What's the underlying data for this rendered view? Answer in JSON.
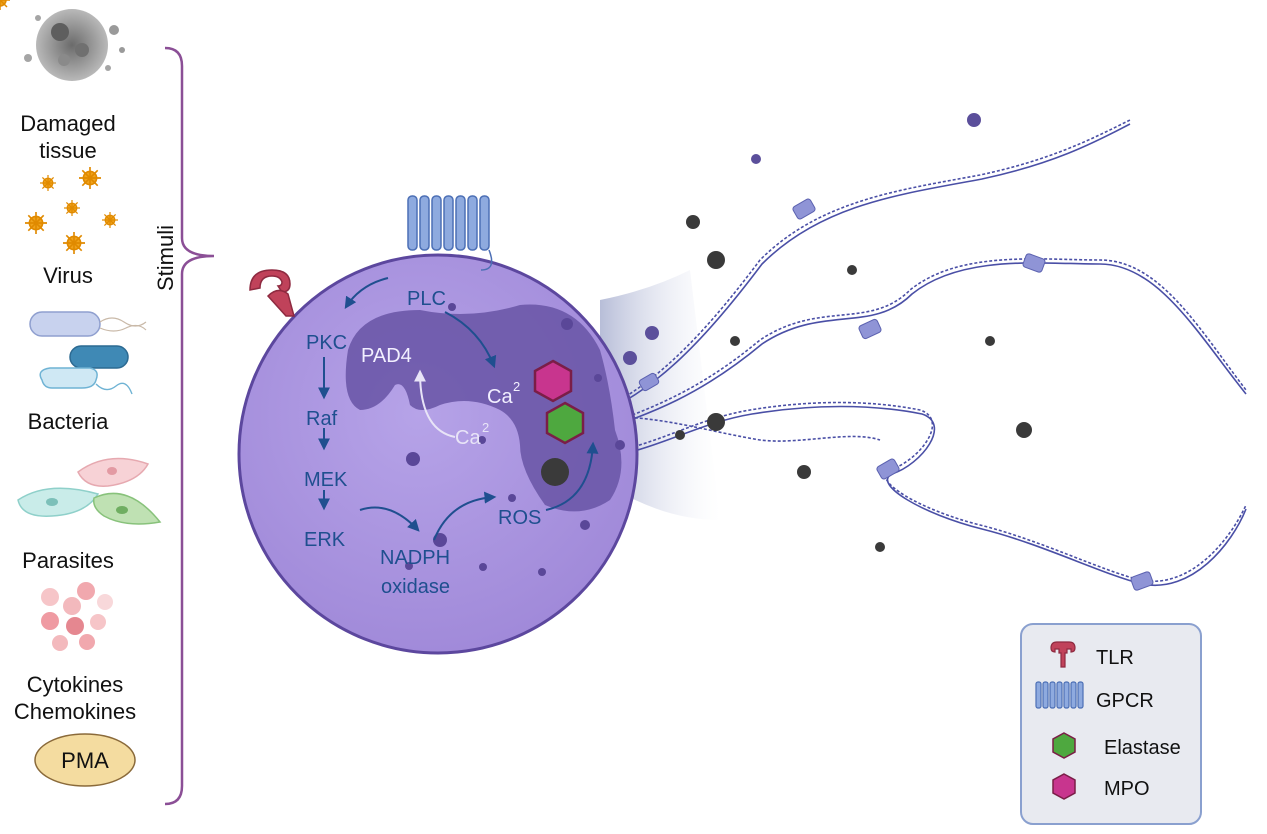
{
  "stimuli": {
    "bracket_label": "Stimuli",
    "items": [
      {
        "label_lines": [
          "Damaged",
          "tissue"
        ]
      },
      {
        "label_lines": [
          "Virus"
        ]
      },
      {
        "label_lines": [
          "Bacteria"
        ]
      },
      {
        "label_lines": [
          "Parasites"
        ]
      },
      {
        "label_lines": [
          "Cytokines",
          "Chemokines"
        ]
      },
      {
        "label_lines": [
          "PMA"
        ]
      }
    ]
  },
  "cell": {
    "pathway": {
      "plc": "PLC",
      "pkc": "PKC",
      "raf": "Raf",
      "mek": "MEK",
      "erk": "ERK",
      "nadph_line1": "NADPH",
      "nadph_line2": "oxidase",
      "ros": "ROS",
      "pad4": "PAD4",
      "ca_upper": "Ca",
      "ca_upper_sup": "2",
      "ca_lower": "Ca",
      "ca_lower_sup": "2"
    }
  },
  "legend": {
    "items": [
      {
        "icon": "tlr-receptor-icon",
        "label": "TLR"
      },
      {
        "icon": "gpcr-receptor-icon",
        "label": "GPCR"
      },
      {
        "icon": "green-hexagon-icon",
        "label": "Elastase"
      },
      {
        "icon": "magenta-hexagon-icon",
        "label": "MPO"
      }
    ]
  },
  "colors": {
    "cell_fill": "#a994df",
    "cell_stroke": "#5c479e",
    "nucleus": "#6b58a8",
    "pathway_text": "#1f4f8f",
    "dna": "#4a4fa6",
    "tlr": "#c0425a",
    "gpcr": "#5d7dc4",
    "elastase": "#4ea83f",
    "mpo": "#c8358e",
    "bracket": "#8b4f96",
    "pma_fill": "#f4dca0"
  }
}
